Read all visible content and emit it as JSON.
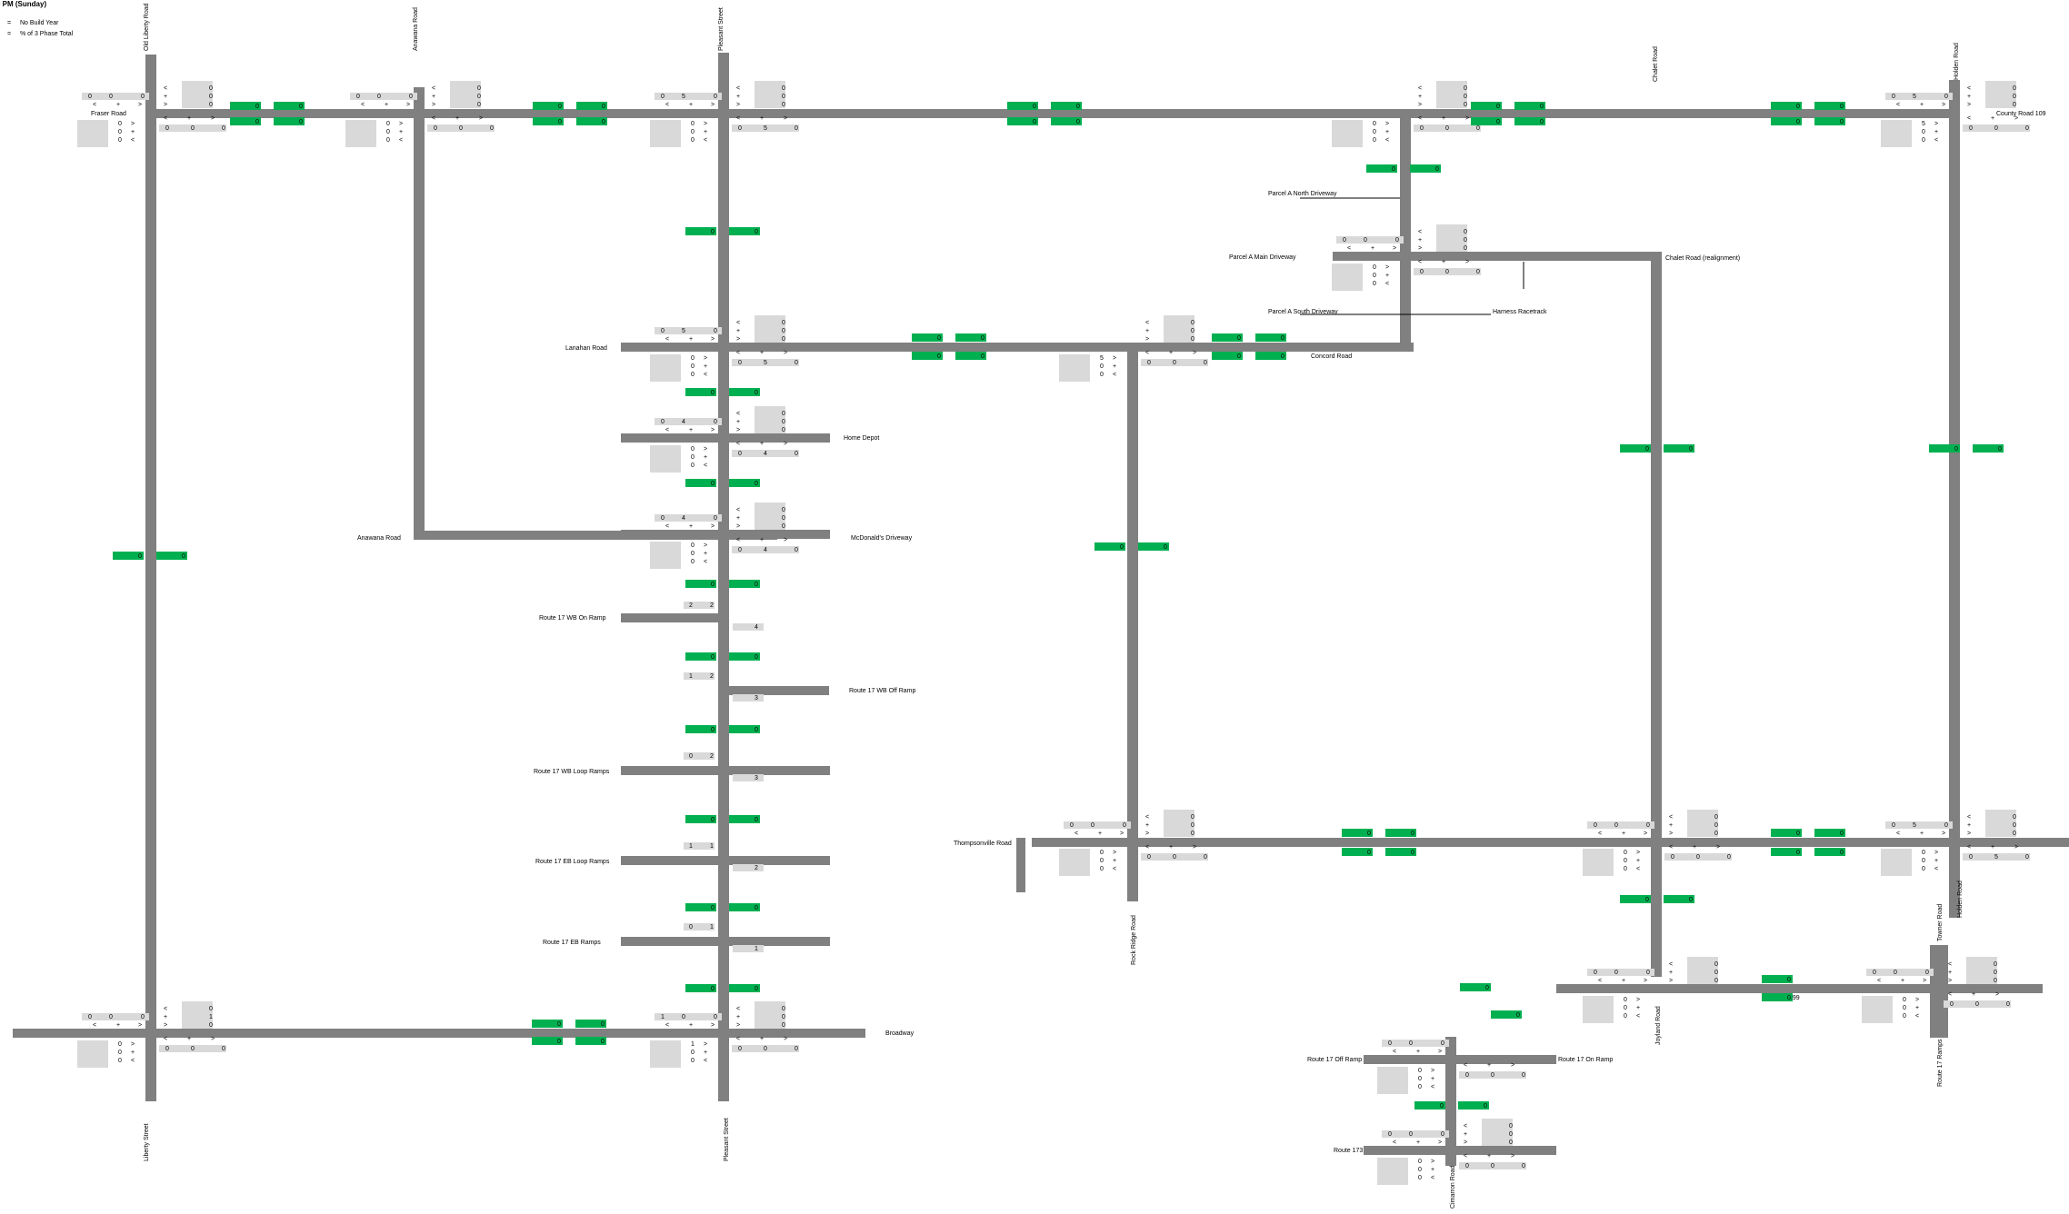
{
  "header": {
    "title": "0 PM (Sunday)"
  },
  "legend": [
    {
      "symbol": "=",
      "label": "No Build Year"
    },
    {
      "symbol": "=",
      "label": "% of 3 Phase Total"
    }
  ],
  "colors": {
    "road": "#808080",
    "volume_box": "#d9d9d9",
    "segment_flag": "#00b050",
    "text": "#000000"
  },
  "road_labels": [
    "Old Liberty Road",
    "Anawana Road",
    "Pleasant Street",
    "Chalet Road",
    "Holden Road",
    "Fraser Road",
    "County Road 109",
    "Parcel A North Driveway",
    "Parcel A Main Driveway",
    "Chalet Road (realignment)",
    "Parcel A South Driveway",
    "Harness Racetrack",
    "Lanahan Road",
    "Concord Road",
    "Home Depot",
    "Anawana Road",
    "McDonald's Driveway",
    "Route 17 WB On Ramp",
    "Route 17 WB Off Ramp",
    "Route 17 WB Loop Ramps",
    "Route 17 EB Loop Ramps",
    "Route 17 EB Ramps",
    "Broadway",
    "Liberty Street",
    "Pleasant Street",
    "Thompsonville Road",
    "Rock Ridge Road",
    "Holden Road",
    "Joyland Road",
    "Route 17 Ramps",
    "Towner Road",
    "Route 17 Off Ramp",
    "Route 17 On Ramp",
    "Route 173",
    "Cimarron Road"
  ],
  "intersections": [
    {
      "name": "Fraser Road at Old Liberty Road",
      "values": [
        "0",
        "0",
        "0",
        "0",
        "0",
        "0",
        "0",
        "0",
        "0",
        "0",
        "0",
        "0"
      ]
    },
    {
      "name": "Anawana Road at Fraser Road",
      "values": [
        "0",
        "0",
        "0",
        "0",
        "0",
        "0",
        "0",
        "0",
        "0",
        "0",
        "0",
        "0"
      ]
    },
    {
      "name": "Pleasant Street at Fraser Road",
      "values": [
        "0",
        "5",
        "0",
        "0",
        "0",
        "0",
        "0",
        "0",
        "0",
        "0",
        "5",
        "0"
      ]
    },
    {
      "name": "Chalet Road at County Road 109",
      "values": [
        "0",
        "0",
        "0",
        "0",
        "0",
        "0",
        "0",
        "0",
        "0",
        "0",
        "0",
        "0"
      ]
    },
    {
      "name": "Holden Road at County Road 109",
      "values": [
        "0",
        "5",
        "0",
        "0",
        "0",
        "0",
        "5",
        "0",
        "0",
        "0"
      ]
    },
    {
      "name": "Pleasant Street at Lanahan Road",
      "values": [
        "0",
        "5",
        "0",
        "0",
        "0",
        "0",
        "0",
        "0",
        "0",
        "0",
        "5",
        "0"
      ]
    },
    {
      "name": "Pleasant Street at Home Depot",
      "values": [
        "0",
        "4",
        "0",
        "0",
        "0",
        "0",
        "0",
        "0",
        "0",
        "0",
        "4",
        "0"
      ]
    },
    {
      "name": "Pleasant Street at McDonald's Driveway",
      "values": [
        "0",
        "4",
        "0",
        "0",
        "0",
        "0",
        "0",
        "0",
        "0",
        "0",
        "4",
        "0"
      ]
    },
    {
      "name": "Route 17 WB On Ramp",
      "values": [
        "2",
        "2",
        "4"
      ]
    },
    {
      "name": "Route 17 WB Off Ramp",
      "values": [
        "2",
        "1",
        "3"
      ]
    },
    {
      "name": "Route 17 WB Loop Ramps",
      "values": [
        "2",
        "0",
        "3",
        "0"
      ]
    },
    {
      "name": "Route 17 EB Loop Ramps",
      "values": [
        "1",
        "1",
        "2",
        "1"
      ]
    },
    {
      "name": "Route 17 EB Ramps",
      "values": [
        "1",
        "0",
        "1",
        "0"
      ]
    },
    {
      "name": "Broadway at Liberty Street",
      "values": [
        "0",
        "0",
        "0",
        "0",
        "1",
        "0",
        "0",
        "0",
        "0",
        "0",
        "0",
        "0"
      ]
    },
    {
      "name": "Broadway at Pleasant Street",
      "values": [
        "1",
        "0",
        "0",
        "0",
        "0",
        "0",
        "1",
        "0",
        "0",
        "0",
        "0",
        "0"
      ]
    },
    {
      "name": "Parcel A Main Driveway",
      "values": [
        "0",
        "0",
        "0",
        "0",
        "0",
        "0",
        "0",
        "0",
        "0",
        "0",
        "0"
      ]
    },
    {
      "name": "Thompsonville Road at Rock Ridge Road",
      "values": [
        "0",
        "0",
        "0",
        "0",
        "0",
        "0",
        "0",
        "0",
        "0",
        "0",
        "0",
        "0"
      ]
    },
    {
      "name": "Thompsonville Road at Chalet Road",
      "values": [
        "0",
        "0",
        "0",
        "0",
        "0",
        "0",
        "0",
        "0",
        "0",
        "0",
        "0",
        "0"
      ]
    },
    {
      "name": "Thompsonville Road at Holden Road",
      "values": [
        "0",
        "5",
        "0",
        "0",
        "0",
        "0",
        "0",
        "0",
        "0",
        "0",
        "5"
      ]
    },
    {
      "name": "Joyland Road",
      "values": [
        "0",
        "0",
        "0",
        "0",
        "0",
        "0",
        "0",
        "0"
      ]
    },
    {
      "name": "Route 17 Ramps / Towner Road",
      "values": [
        "0",
        "0",
        "0",
        "0",
        "0",
        "0",
        "0",
        "0",
        "0",
        "0",
        "0"
      ]
    },
    {
      "name": "Route 17 Off/On Ramp",
      "values": [
        "0",
        "0",
        "0",
        "0",
        "0",
        "0"
      ]
    },
    {
      "name": "Route 173 at Cimarron Road",
      "values": [
        "0",
        "0",
        "0",
        "0",
        "0",
        "0"
      ]
    }
  ],
  "segment_value": "0",
  "segment_value_special": "0.99"
}
